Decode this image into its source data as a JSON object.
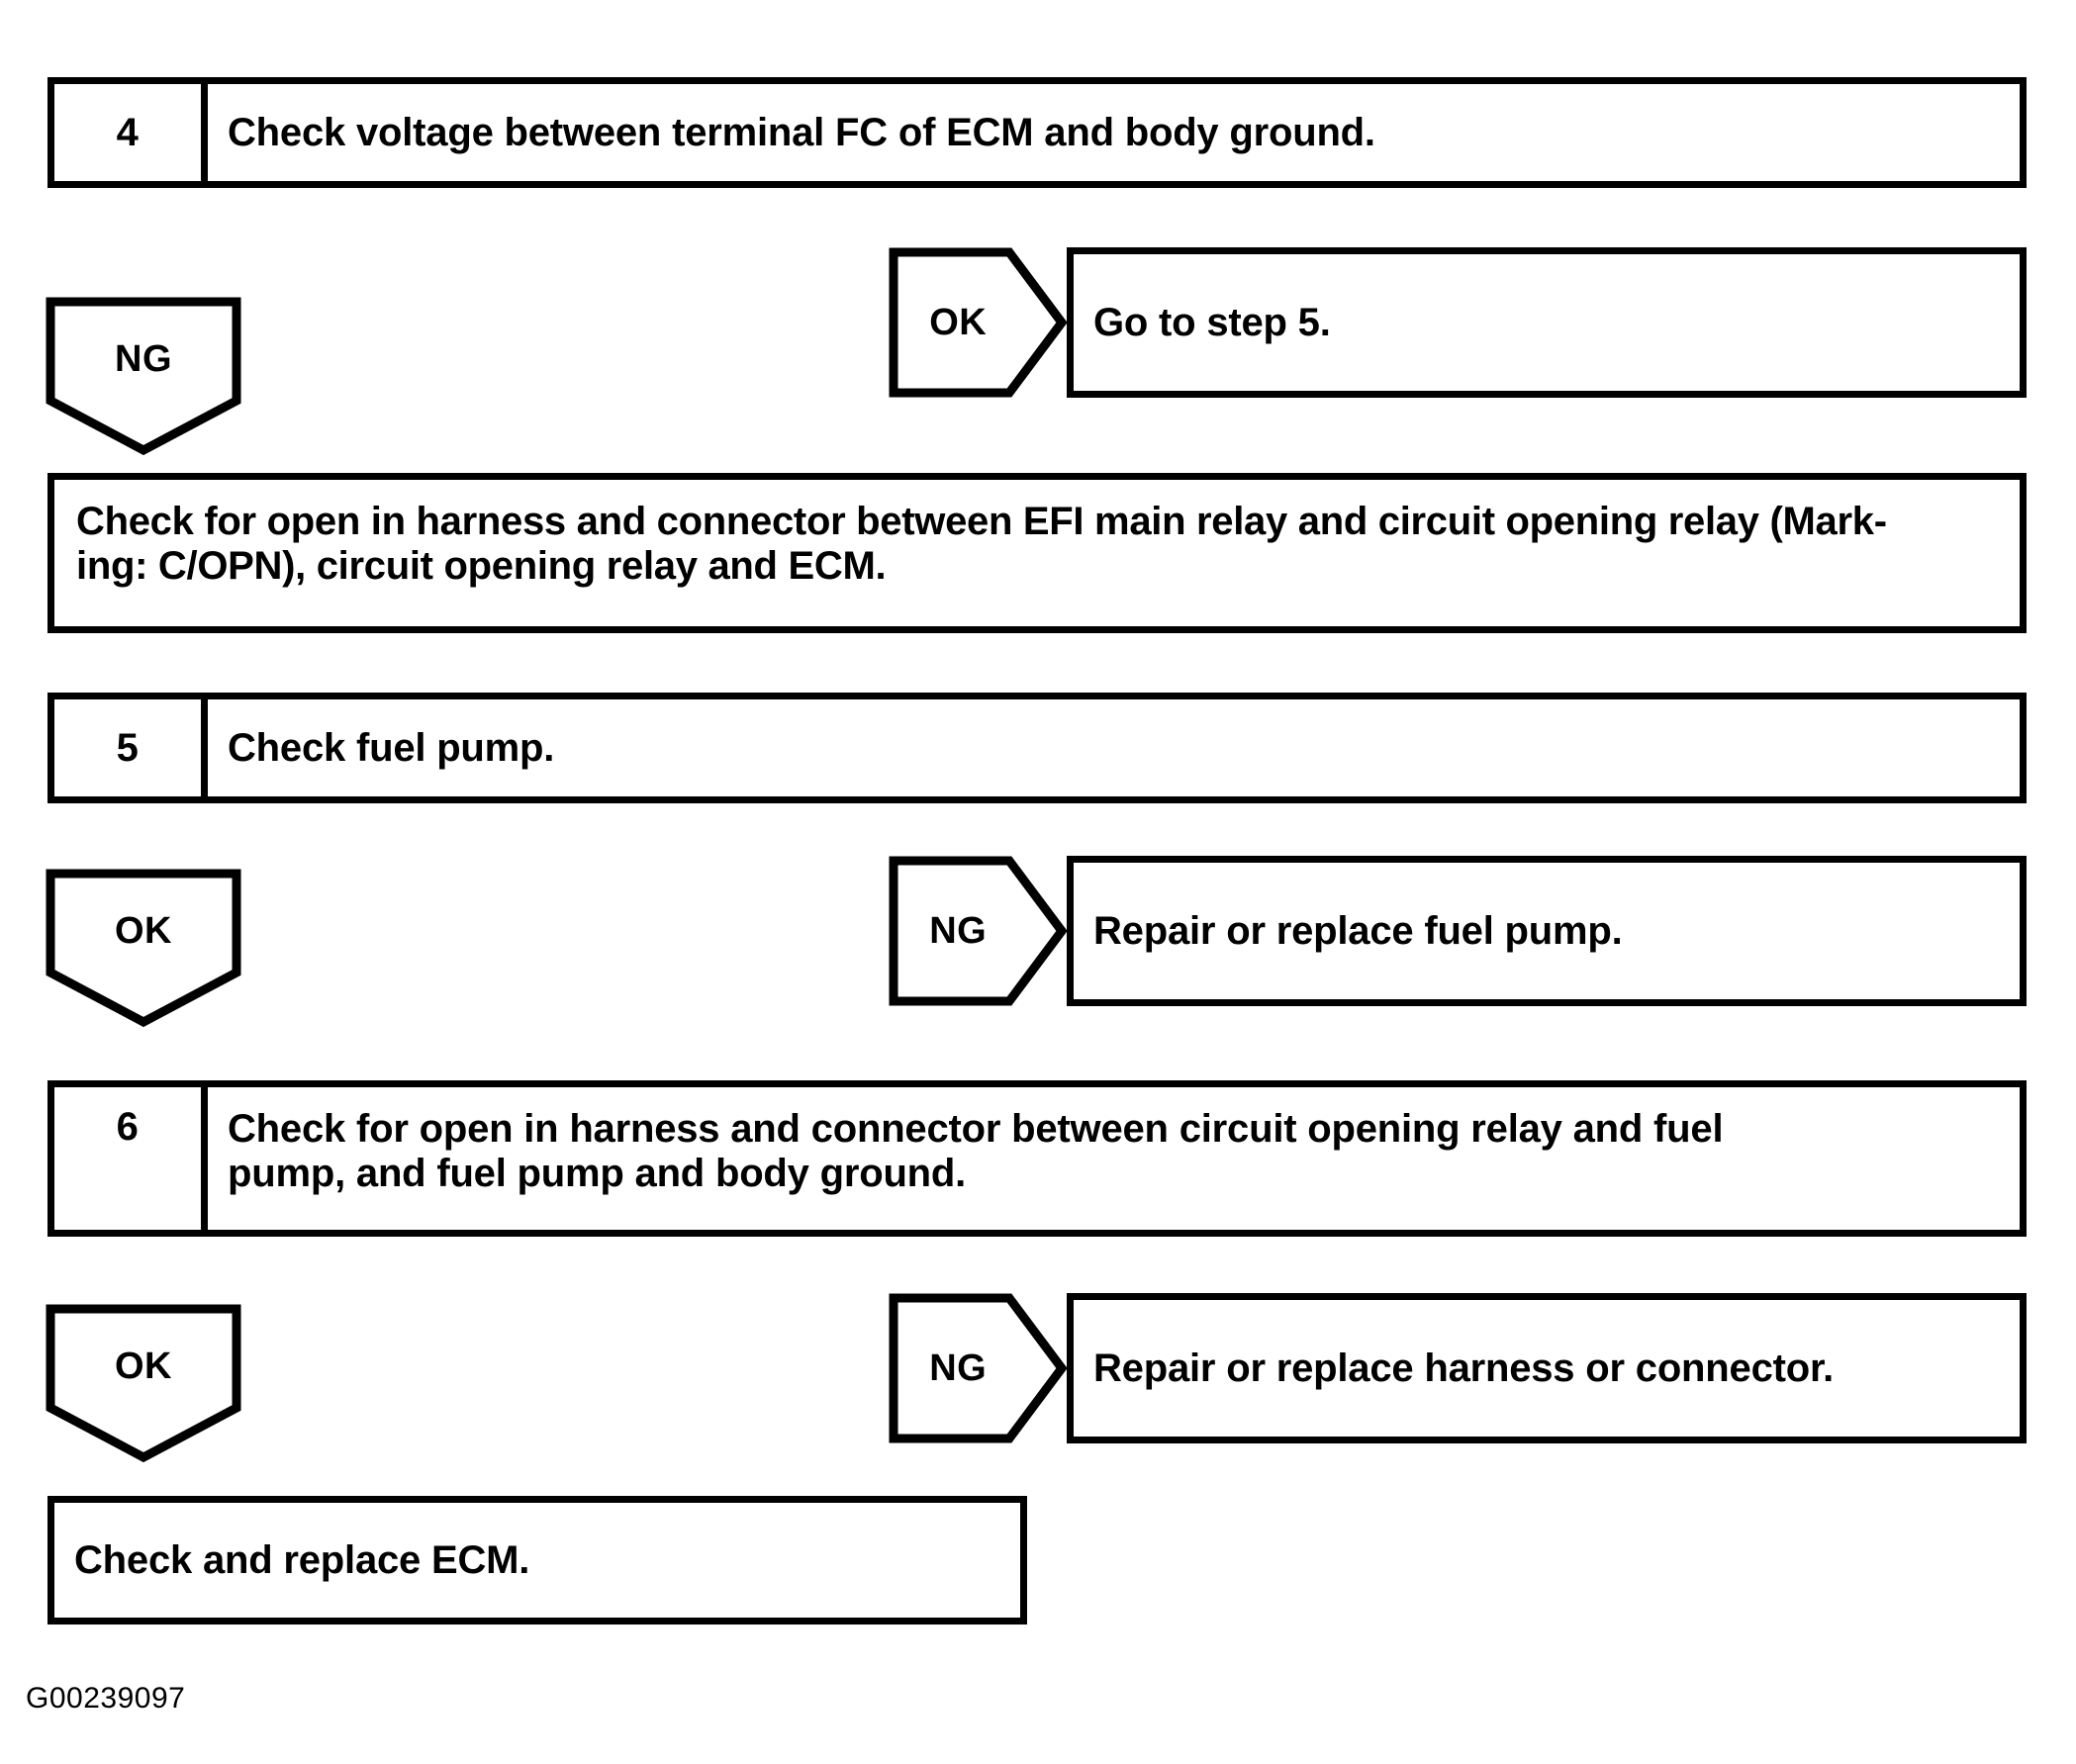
{
  "document": {
    "type": "diagnostic-flowchart",
    "footer_id": "G00239097",
    "ink_color": "#000000",
    "background_color": "#ffffff"
  },
  "steps": [
    {
      "number": "4",
      "text": "Check voltage between terminal FC of ECM and body ground."
    },
    {
      "number": "5",
      "text": "Check fuel pump."
    },
    {
      "number": "6",
      "text": "Check for open in harness and connector between circuit opening relay and fuel pump, and fuel pump and body ground."
    }
  ],
  "branches": [
    {
      "id": "step4-ng",
      "label": "NG",
      "direction": "down"
    },
    {
      "id": "step4-ok",
      "label": "OK",
      "direction": "right",
      "result": "Go to step 5."
    },
    {
      "id": "step5-ok",
      "label": "OK",
      "direction": "down"
    },
    {
      "id": "step5-ng",
      "label": "NG",
      "direction": "right",
      "result": "Repair or replace fuel pump."
    },
    {
      "id": "step6-ok",
      "label": "OK",
      "direction": "down"
    },
    {
      "id": "step6-ng",
      "label": "NG",
      "direction": "right",
      "result": "Repair or replace harness or connector."
    }
  ],
  "actions": {
    "after_step4_ng_line1": "Check for open in harness and connector between EFI main relay and circuit opening relay (Mark-",
    "after_step4_ng_line2": "ing: C/OPN), circuit opening relay and ECM.",
    "go_to_step_5": "Go to step 5.",
    "repair_replace_fuel_pump": "Repair or replace fuel pump.",
    "repair_replace_harness": "Repair or replace harness or connector.",
    "check_replace_ecm": "Check and replace ECM."
  },
  "step_text_lines": {
    "step6_line1": "Check for open in harness and connector between circuit opening relay and fuel",
    "step6_line2": "pump, and fuel pump and body ground."
  }
}
